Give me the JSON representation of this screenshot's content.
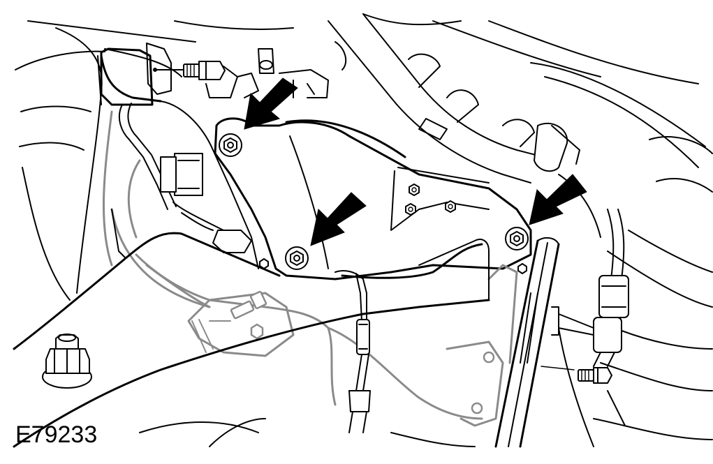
{
  "figure": {
    "reference_id": "E79233"
  },
  "colors": {
    "line": "#000000",
    "hidden_line": "#8a8a8a",
    "background": "#ffffff",
    "arrow_fill": "#000000"
  },
  "callouts": {
    "arrow_count": 3,
    "nut_count": 3
  }
}
